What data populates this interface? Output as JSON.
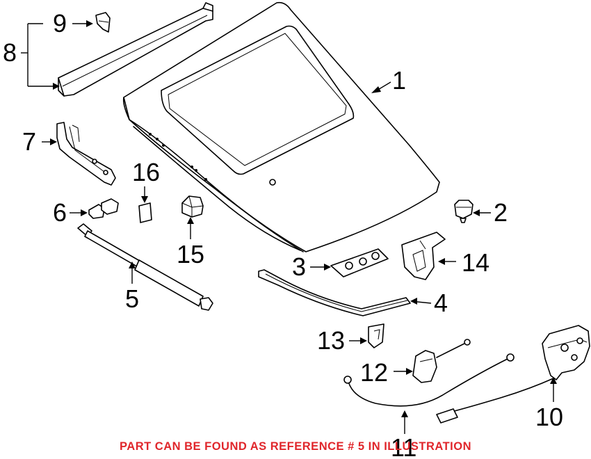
{
  "callouts": {
    "c1": "1",
    "c2": "2",
    "c3": "3",
    "c4": "4",
    "c5": "5",
    "c6": "6",
    "c7": "7",
    "c8": "8",
    "c9": "9",
    "c10": "10",
    "c11": "11",
    "c12": "12",
    "c13": "13",
    "c14": "14",
    "c15": "15",
    "c16": "16"
  },
  "footer_note": "PART CAN BE FOUND AS REFERENCE # 5 IN ILLUSTRATION",
  "colors": {
    "note": "#e0262b",
    "lines": "#000000"
  }
}
